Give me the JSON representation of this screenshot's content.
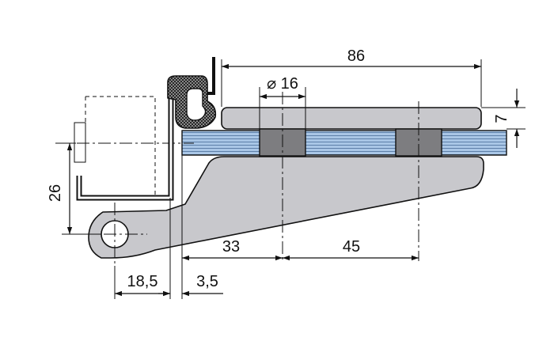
{
  "colors": {
    "metal": "#c8c8cc",
    "outline": "#111111",
    "glass": "#a9c6e6",
    "glass_lines": "#4b6e9a",
    "gasket": "#7d7d80",
    "profile": "#ffffff",
    "seal_fill": "#262626"
  },
  "dimensions": {
    "width_86": "86",
    "hole_dia": "⌀ 16",
    "thickness_7": "7",
    "height_26": "26",
    "offset_33": "33",
    "spacing_45": "45",
    "offset_18_5": "18,5",
    "offset_3_5": "3,5"
  }
}
